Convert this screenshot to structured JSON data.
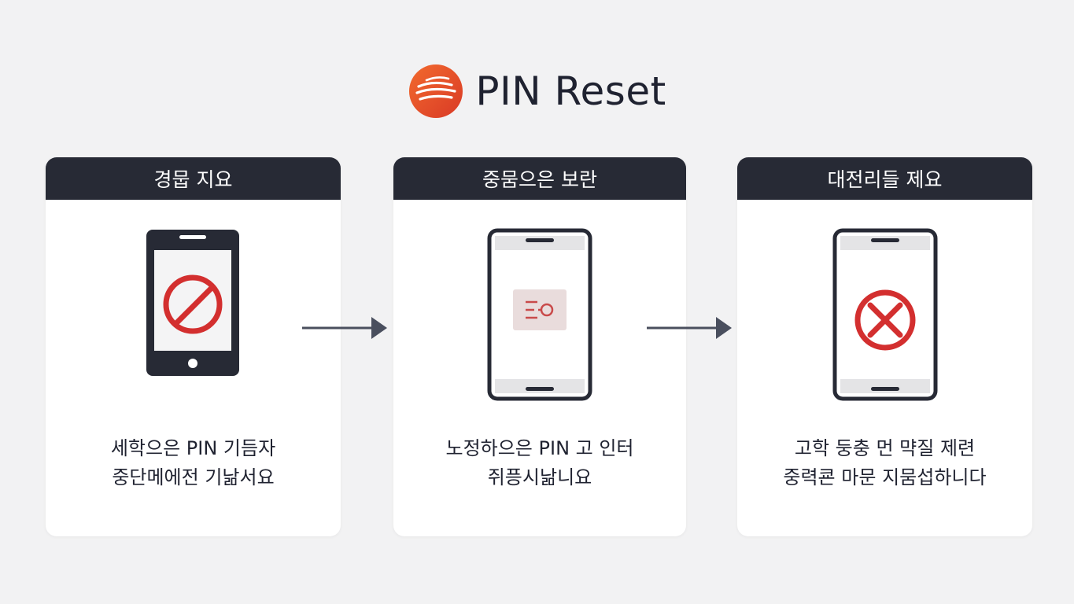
{
  "title": "PIN Reset",
  "colors": {
    "background": "#f2f2f3",
    "card_header": "#272a35",
    "logo_orange": "#e8502a",
    "status_red": "#d32f2f",
    "arrow": "#4a4f5e"
  },
  "steps": [
    {
      "heading": "경뭅 지요",
      "icon": "prohibited-icon",
      "caption_lines": [
        "세학으은 PIN 기듬자",
        "중단메에전 기낢서요"
      ]
    },
    {
      "heading": "중뭄으은 보란",
      "icon": "document-lines-icon",
      "caption_lines": [
        "노정하으은 PIN 고 인터",
        "쥐픙시낢니요"
      ]
    },
    {
      "heading": "대전리들 제요",
      "icon": "x-circle-icon",
      "caption_lines": [
        "고학 둥충 먼 먁질 제련",
        "중력쿈 마문 지뭄섭하니다"
      ]
    }
  ]
}
